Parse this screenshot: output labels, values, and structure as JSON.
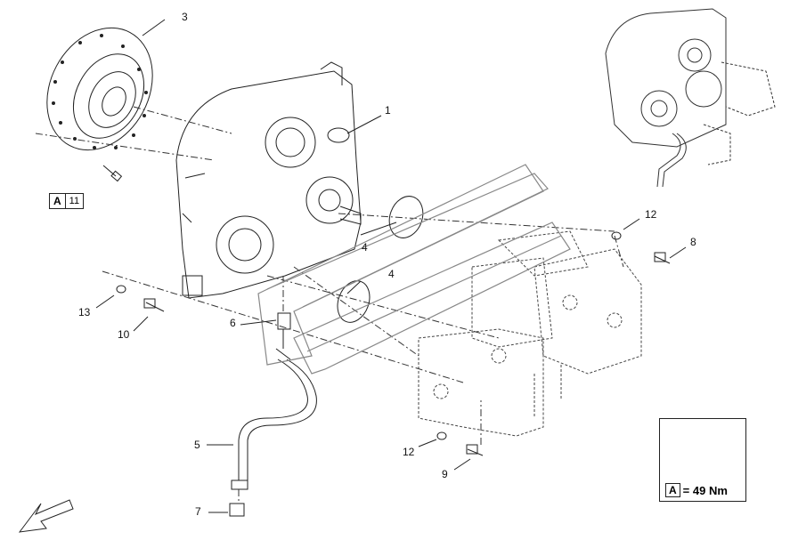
{
  "callouts": [
    {
      "id": "1",
      "label": "1"
    },
    {
      "id": "3",
      "label": "3"
    },
    {
      "id": "4a",
      "label": "4"
    },
    {
      "id": "4b",
      "label": "4"
    },
    {
      "id": "5",
      "label": "5"
    },
    {
      "id": "6",
      "label": "6"
    },
    {
      "id": "7",
      "label": "7"
    },
    {
      "id": "8",
      "label": "8"
    },
    {
      "id": "9",
      "label": "9"
    },
    {
      "id": "10",
      "label": "10"
    },
    {
      "id": "12a",
      "label": "12"
    },
    {
      "id": "12b",
      "label": "12"
    },
    {
      "id": "13",
      "label": "13"
    }
  ],
  "torque_ref": {
    "letter": "A",
    "number": "11"
  },
  "torque_spec": {
    "letter": "A",
    "value": "= 49 Nm"
  },
  "icons": [
    "wrench-hand-icon",
    "orientation-arrow-icon"
  ]
}
